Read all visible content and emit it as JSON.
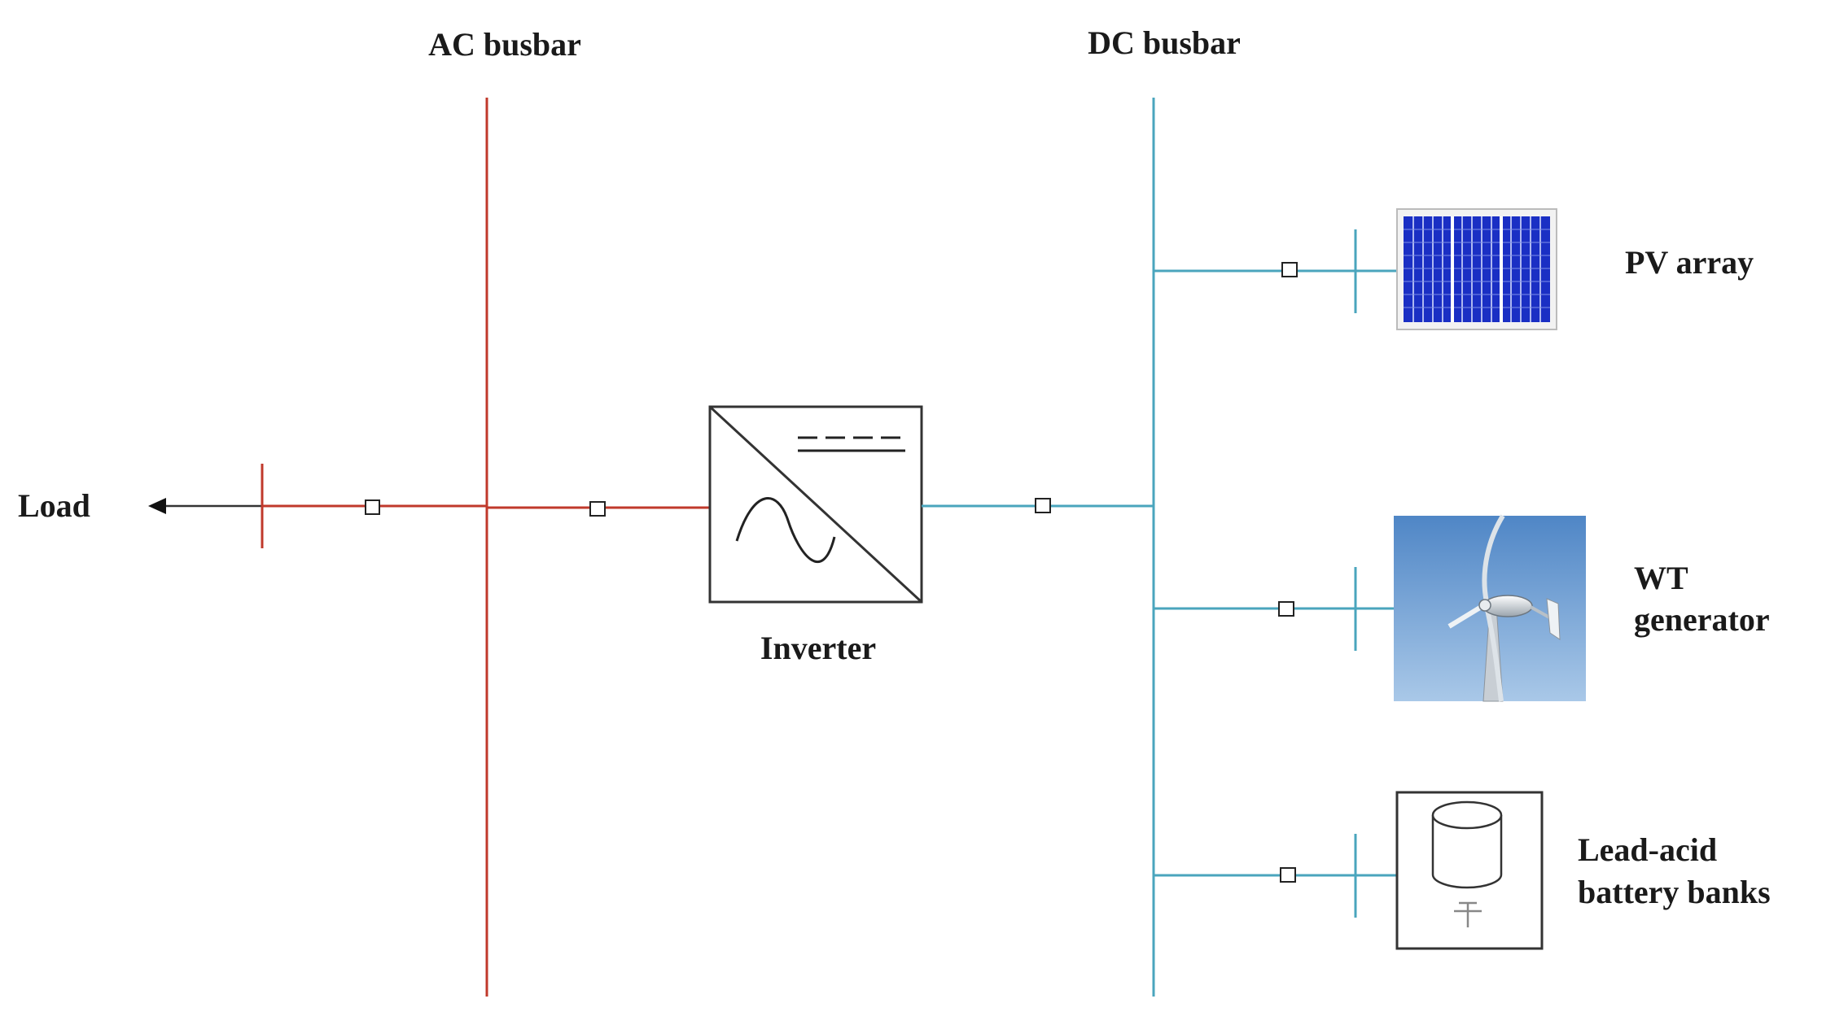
{
  "labels": {
    "ac_busbar": "AC busbar",
    "dc_busbar": "DC busbar",
    "load": "Load",
    "inverter": "Inverter",
    "pv_array": "PV array",
    "wt_line1": "WT",
    "wt_line2": "generator",
    "battery_line1": "Lead-acid",
    "battery_line2": "battery banks"
  },
  "colors": {
    "ac_line": "#c0392b",
    "dc_line": "#4aa5bd",
    "load_line": "#333333",
    "pv_cell": "#1a2fc4",
    "sky_top": "#4f86c6",
    "sky_bottom": "#a9c8e8"
  }
}
